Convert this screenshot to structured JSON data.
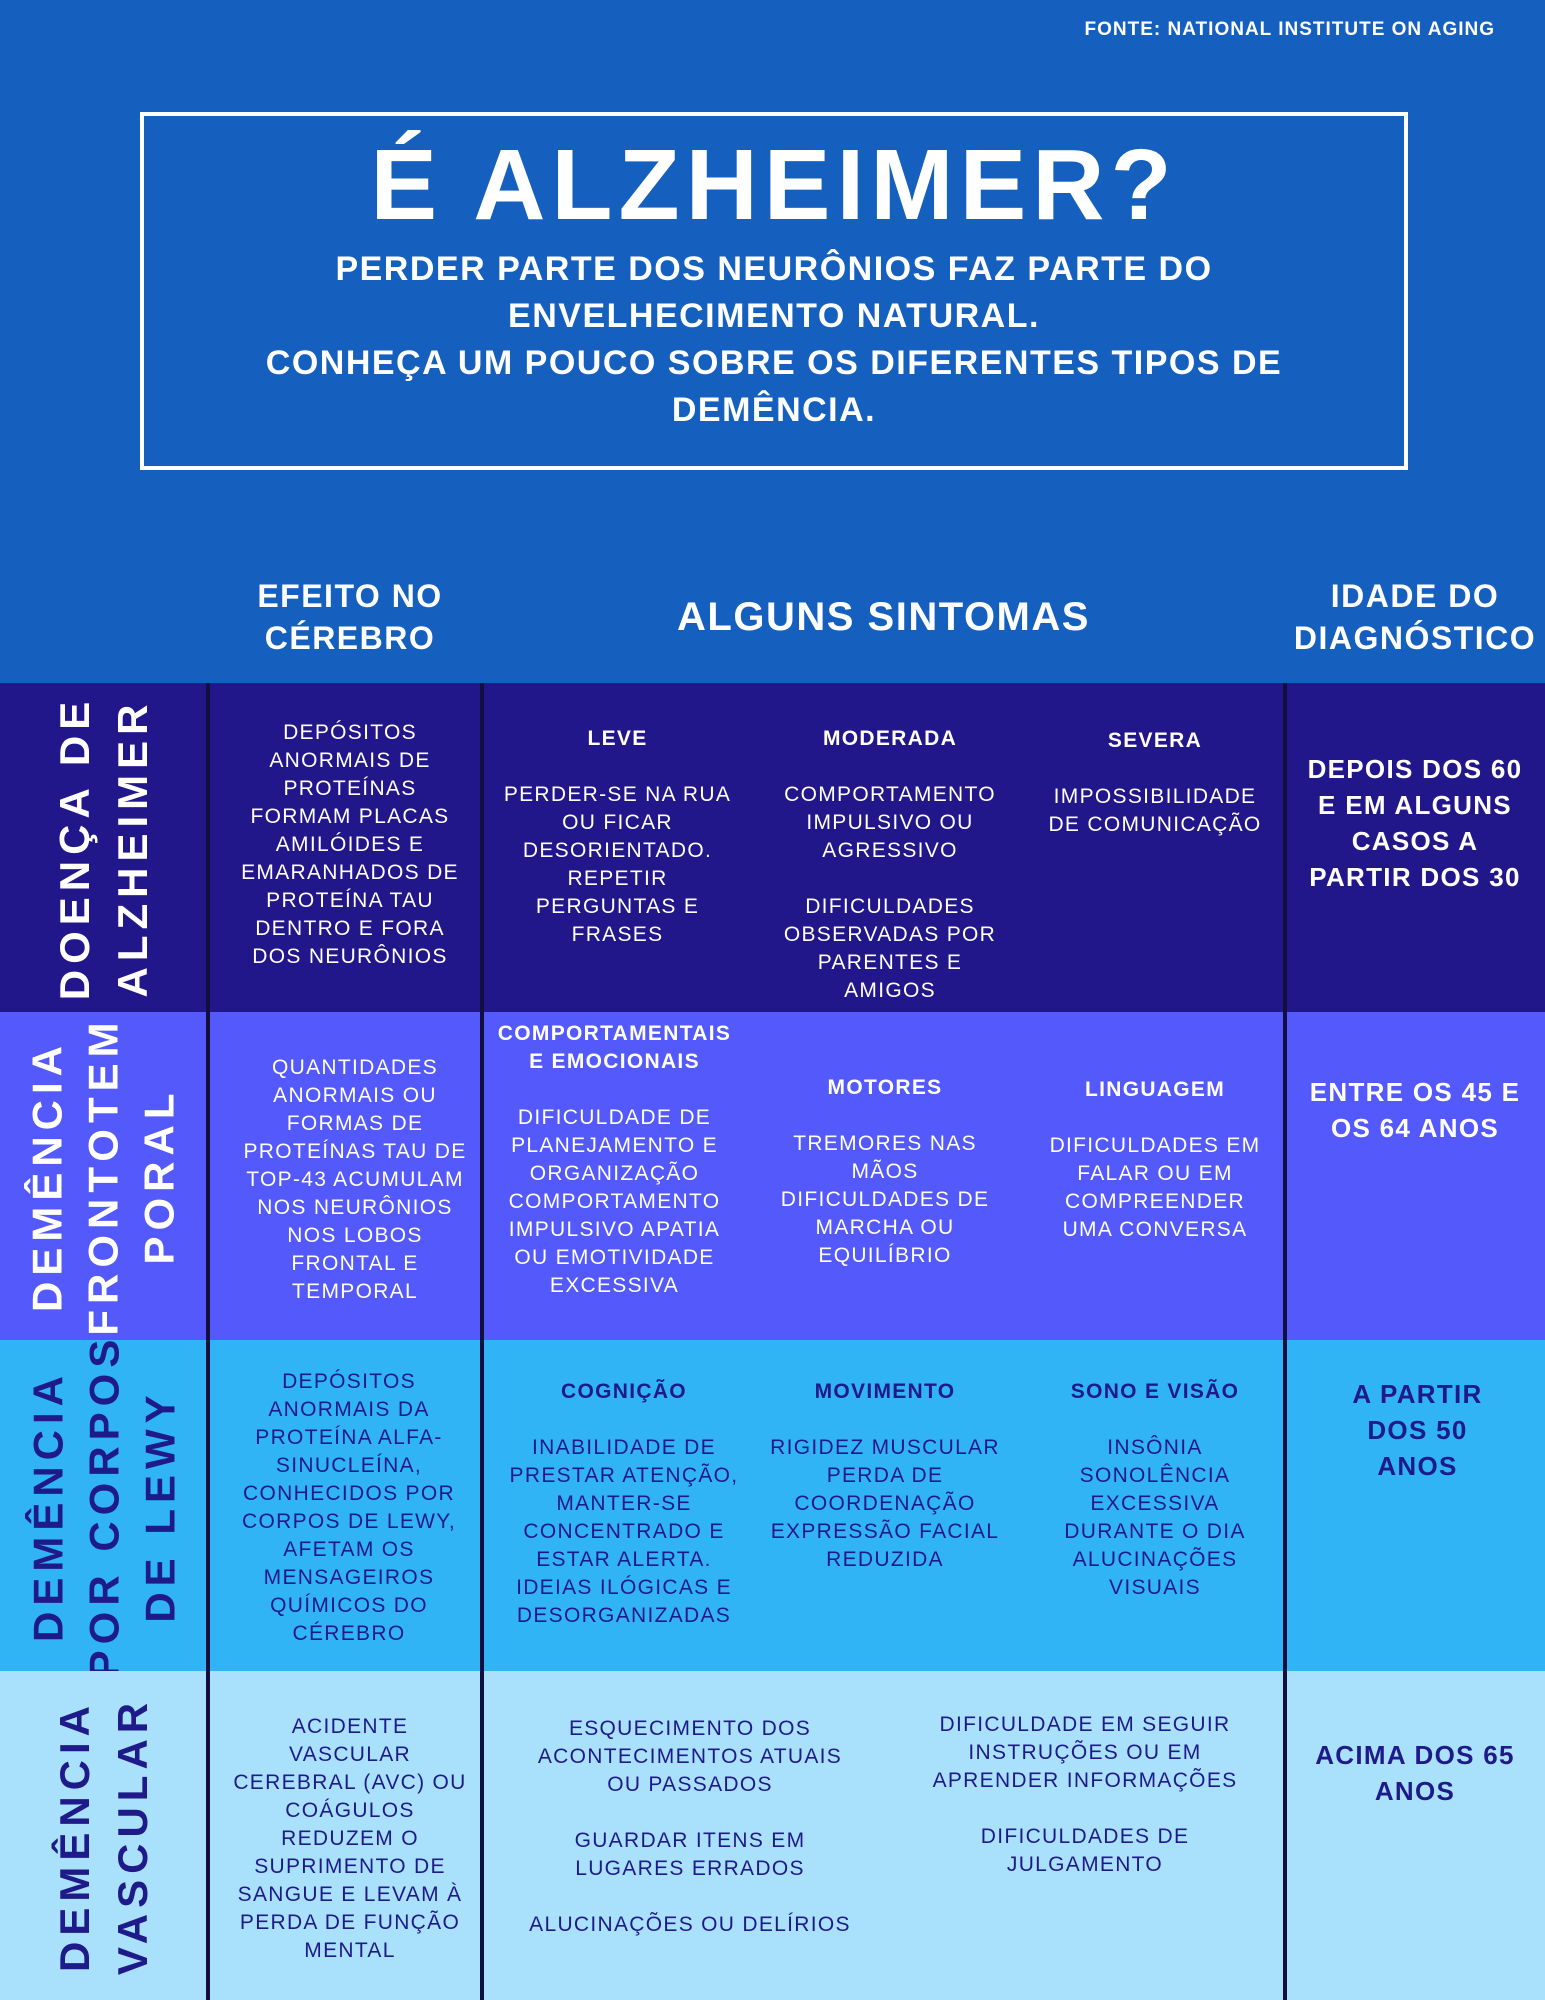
{
  "source": "FONTE: NATIONAL INSTITUTE ON AGING",
  "title": "É ALZHEIMER?",
  "subtitle_1": "PERDER PARTE DOS NEURÔNIOS FAZ PARTE DO ENVELHECIMENTO NATURAL.",
  "subtitle_2": "CONHEÇA UM POUCO SOBRE OS DIFERENTES TIPOS DE DEMÊNCIA.",
  "headers": {
    "effect": "EFEITO NO CÉREBRO",
    "symptoms": "ALGUNS SINTOMAS",
    "age": "IDADE DO DIAGNÓSTICO"
  },
  "rows": [
    {
      "name": "DOENÇA DE\nALZHEIMER",
      "effect": "DEPÓSITOS ANORMAIS DE PROTEÍNAS FORMAM PLACAS AMILÓIDES E EMARANHADOS DE PROTEÍNA TAU DENTRO E FORA DOS NEURÔNIOS",
      "symptoms": [
        {
          "title": "LEVE",
          "text": "PERDER-SE NA RUA OU FICAR DESORIENTADO. REPETIR PERGUNTAS E FRASES"
        },
        {
          "title": "MODERADA",
          "text": "COMPORTAMENTO IMPULSIVO OU AGRESSIVO",
          "text2": "DIFICULDADES OBSERVADAS POR PARENTES E AMIGOS"
        },
        {
          "title": "SEVERA",
          "text": "IMPOSSIBILIDADE DE COMUNICAÇÃO"
        }
      ],
      "age": "DEPOIS DOS 60 E EM ALGUNS CASOS A PARTIR DOS 30"
    },
    {
      "name": "DEMÊNCIA\nFRONTOTEM\nPORAL",
      "effect": "QUANTIDADES ANORMAIS OU FORMAS DE PROTEÍNAS TAU DE TOP-43 ACUMULAM NOS NEURÔNIOS NOS LOBOS FRONTAL E TEMPORAL",
      "symptoms": [
        {
          "title": "COMPORTAMENTAIS E EMOCIONAIS",
          "text": "DIFICULDADE DE PLANEJAMENTO E ORGANIZAÇÃO COMPORTAMENTO IMPULSIVO APATIA OU EMOTIVIDADE EXCESSIVA"
        },
        {
          "title": "MOTORES",
          "text": "TREMORES NAS MÃOS DIFICULDADES DE MARCHA OU EQUILÍBRIO"
        },
        {
          "title": "LINGUAGEM",
          "text": "DIFICULDADES EM FALAR OU EM COMPREENDER UMA CONVERSA"
        }
      ],
      "age": "ENTRE OS 45 E OS 64 ANOS"
    },
    {
      "name": "DEMÊNCIA\nPOR CORPOS\nDE LEWY",
      "effect": "DEPÓSITOS ANORMAIS DA PROTEÍNA ALFA-SINUCLEÍNA, CONHECIDOS POR CORPOS DE LEWY, AFETAM OS MENSAGEIROS QUÍMICOS DO CÉREBRO",
      "symptoms": [
        {
          "title": "COGNIÇÃO",
          "text": "INABILIDADE DE PRESTAR ATENÇÃO, MANTER-SE CONCENTRADO E ESTAR ALERTA. IDEIAS ILÓGICAS E DESORGANIZADAS"
        },
        {
          "title": "MOVIMENTO",
          "text": "RIGIDEZ MUSCULAR PERDA DE COORDENAÇÃO EXPRESSÃO FACIAL REDUZIDA"
        },
        {
          "title": "SONO E VISÃO",
          "text": "INSÔNIA SONOLÊNCIA EXCESSIVA DURANTE O DIA ALUCINAÇÕES VISUAIS"
        }
      ],
      "age": "A PARTIR DOS 50 ANOS"
    },
    {
      "name": "DEMÊNCIA\nVASCULAR",
      "effect": "ACIDENTE VASCULAR CEREBRAL (AVC) OU COÁGULOS REDUZEM O SUPRIMENTO DE SANGUE E LEVAM À PERDA DE FUNÇÃO MENTAL",
      "symptoms_left": [
        "ESQUECIMENTO DOS ACONTECIMENTOS ATUAIS OU PASSADOS",
        "GUARDAR ITENS EM LUGARES ERRADOS",
        "ALUCINAÇÕES OU DELÍRIOS"
      ],
      "symptoms_right": [
        "DIFICULDADE EM SEGUIR INSTRUÇÕES OU EM APRENDER INFORMAÇÕES",
        "DIFICULDADES DE JULGAMENTO"
      ],
      "age": "ACIMA DOS 65 ANOS"
    }
  ]
}
